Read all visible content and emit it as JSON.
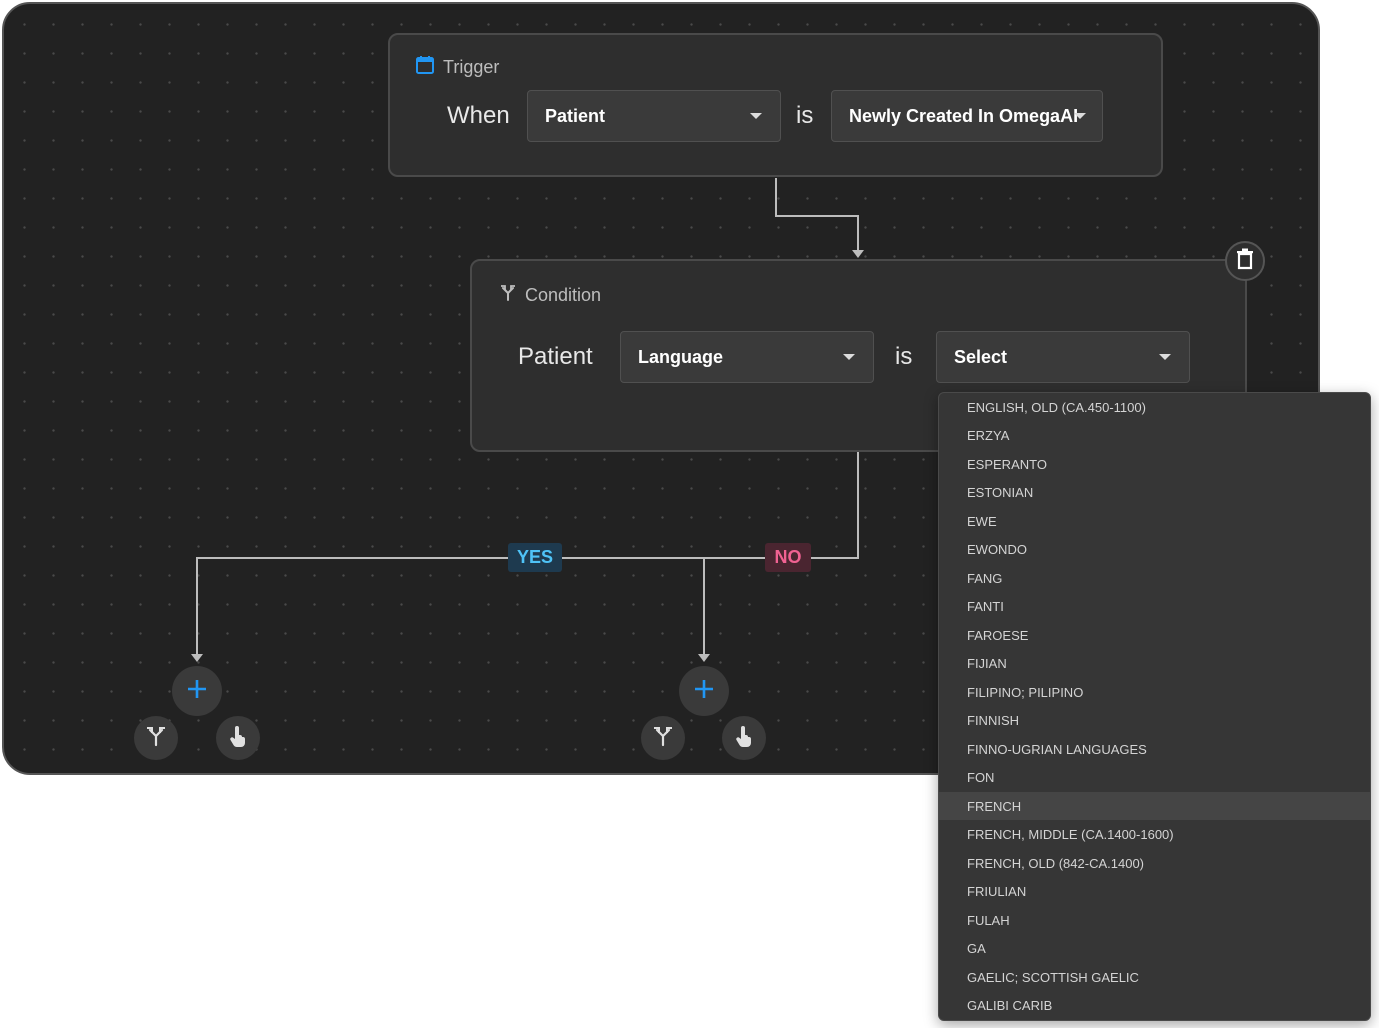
{
  "trigger": {
    "title": "Trigger",
    "when_label": "When",
    "entity_value": "Patient",
    "is_label": "is",
    "event_value": "Newly Created In OmegaAI"
  },
  "condition": {
    "title": "Condition",
    "subject_label": "Patient",
    "field_value": "Language",
    "is_label": "is",
    "value_placeholder": "Select"
  },
  "branches": {
    "yes_label": "YES",
    "no_label": "NO"
  },
  "colors": {
    "canvas_bg": "#222222",
    "card_bg": "#2e2e2e",
    "accent_blue": "#2196f3",
    "yes_bg": "#1e3a4f",
    "yes_text": "#4fc3f7",
    "no_bg": "#4a2530",
    "no_text": "#f06292"
  },
  "language_dropdown": {
    "highlighted": "FRENCH",
    "items": [
      "ENGLISH, OLD (CA.450-1100)",
      "ERZYA",
      "ESPERANTO",
      "ESTONIAN",
      "EWE",
      "EWONDO",
      "FANG",
      "FANTI",
      "FAROESE",
      "FIJIAN",
      "FILIPINO; PILIPINO",
      "FINNISH",
      "FINNO-UGRIAN LANGUAGES",
      "FON",
      "FRENCH",
      "FRENCH, MIDDLE (CA.1400-1600)",
      "FRENCH, OLD (842-CA.1400)",
      "FRIULIAN",
      "FULAH",
      "GA",
      "GAELIC; SCOTTISH GAELIC",
      "GALIBI CARIB"
    ]
  },
  "icons": {
    "trigger": "calendar-icon",
    "condition": "branch-icon",
    "delete": "trash-icon",
    "add": "plus-icon",
    "add_condition": "branch-icon",
    "add_action": "hand-pointer-icon"
  }
}
